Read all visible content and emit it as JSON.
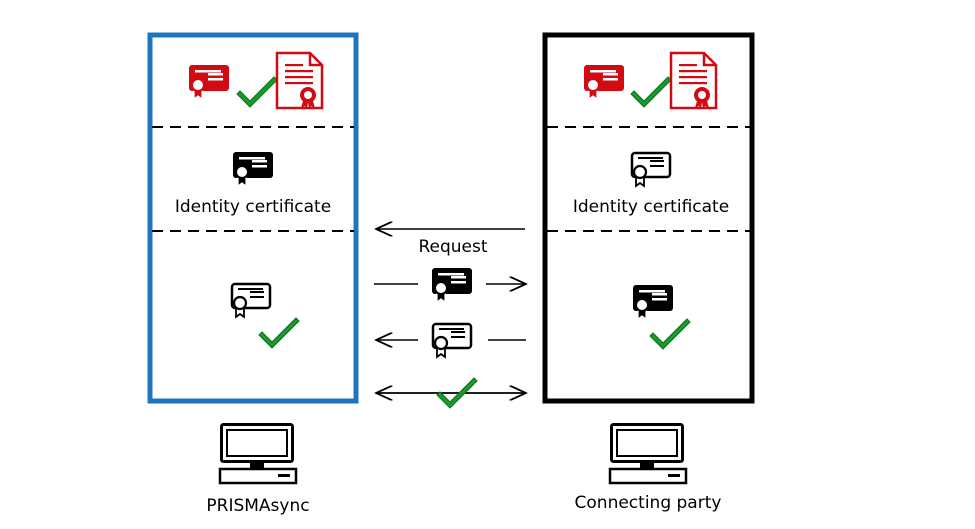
{
  "left_party": {
    "identity_label": "Identity certificate",
    "name": "PRISMAsync"
  },
  "right_party": {
    "identity_label": "Identity certificate",
    "name": "Connecting party"
  },
  "exchange": {
    "request_label": "Request"
  },
  "colors": {
    "left_border": "#1f74bf",
    "right_border": "#000000",
    "ca_red": "#d20a11",
    "check_green": "#1a9a2e"
  }
}
